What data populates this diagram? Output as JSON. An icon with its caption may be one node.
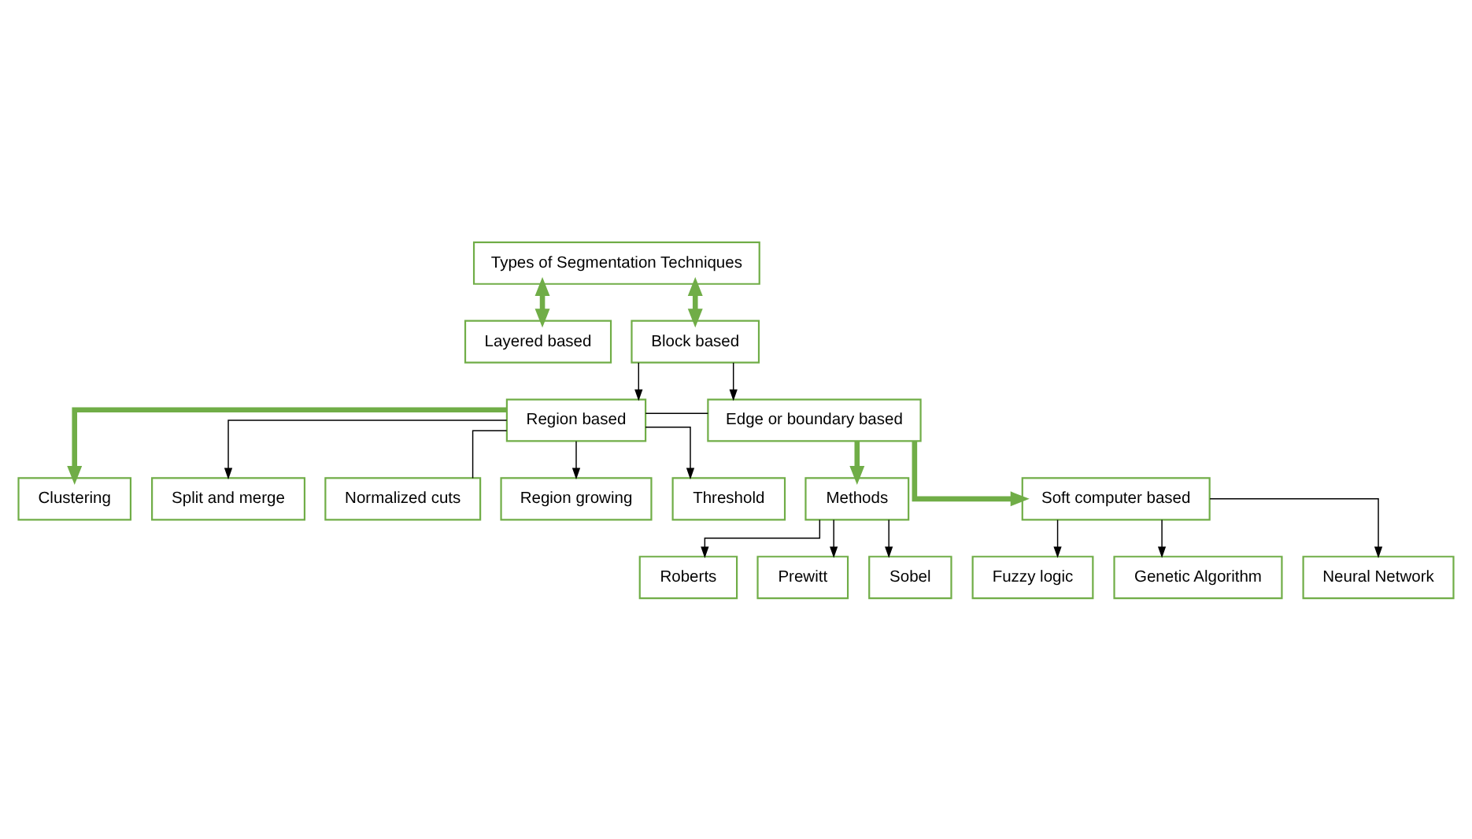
{
  "diagram": {
    "nodes": [
      {
        "text": [
          "Types of Segmentation Techniques"
        ]
      },
      {
        "text": [
          "Layered based"
        ]
      },
      {
        "text": [
          "Block based"
        ]
      },
      {
        "text": [
          "Region based"
        ]
      },
      {
        "text": [
          "Edge or boundary based"
        ]
      },
      {
        "text": [
          "Clustering"
        ]
      },
      {
        "text": [
          "Split and merge"
        ]
      },
      {
        "text": [
          "Normalized cuts"
        ]
      },
      {
        "text": [
          "Region growing"
        ]
      },
      {
        "text": [
          "Threshold"
        ]
      },
      {
        "text": [
          "Methods"
        ]
      },
      {
        "text": [
          "Roberts"
        ]
      },
      {
        "text": [
          "Prewitt"
        ]
      },
      {
        "text": [
          "Sobel"
        ]
      },
      {
        "text": [
          "Soft computer based"
        ]
      },
      {
        "text": [
          "Fuzzy logic"
        ]
      },
      {
        "text": [
          "Genetic Algorithm"
        ]
      },
      {
        "text": [
          "Neural Network"
        ]
      }
    ],
    "edges": [
      {
        "from": 0,
        "to": 1,
        "arrow": "both",
        "style": "thick",
        "color": "#70ad47"
      },
      {
        "from": 0,
        "to": 2,
        "arrow": "both",
        "style": "thick",
        "color": "#70ad47"
      },
      {
        "from": 2,
        "to": 3,
        "arrow": "to"
      },
      {
        "from": 2,
        "to": 4,
        "arrow": "to"
      },
      {
        "from": 3,
        "to": 4,
        "arrow": "none"
      },
      {
        "from": 3,
        "to": 5,
        "arrow": "to",
        "style": "thick",
        "color": "#70ad47"
      },
      {
        "from": 3,
        "to": 6,
        "arrow": "to"
      },
      {
        "from": 3,
        "to": 7,
        "arrow": "none"
      },
      {
        "from": 3,
        "to": 8,
        "arrow": "to"
      },
      {
        "from": 3,
        "to": 9,
        "arrow": "to"
      },
      {
        "from": 4,
        "to": 10,
        "arrow": "to",
        "style": "thick",
        "color": "#70ad47"
      },
      {
        "from": 4,
        "to": 14,
        "arrow": "to",
        "style": "thick",
        "color": "#70ad47"
      },
      {
        "from": 10,
        "to": 11,
        "arrow": "to"
      },
      {
        "from": 10,
        "to": 12,
        "arrow": "to"
      },
      {
        "from": 10,
        "to": 13,
        "arrow": "to"
      },
      {
        "from": 14,
        "to": 15,
        "arrow": "to"
      },
      {
        "from": 14,
        "to": 16,
        "arrow": "to"
      },
      {
        "from": 14,
        "to": 17,
        "arrow": "to"
      }
    ]
  }
}
